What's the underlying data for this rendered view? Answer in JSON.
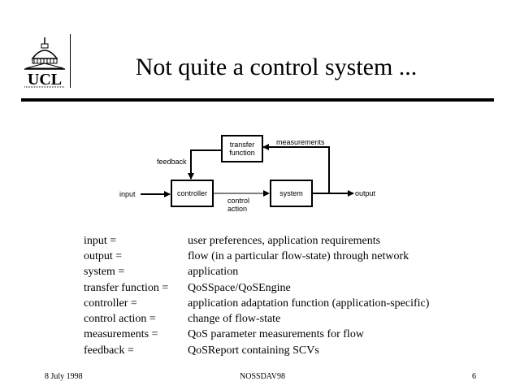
{
  "logo": {
    "text": "UCL"
  },
  "title": "Not quite a control system ...",
  "diagram": {
    "input": "input",
    "output": "output",
    "controller": "controller",
    "system": "system",
    "transfer_line1": "transfer",
    "transfer_line2": "function",
    "feedback": "feedback",
    "measurements": "measurements",
    "control_line1": "control",
    "control_line2": "action"
  },
  "definitions": [
    {
      "term": "input =",
      "value": "user preferences, application requirements"
    },
    {
      "term": "output =",
      "value": "flow (in a particular flow-state) through network"
    },
    {
      "term": "system =",
      "value": "application"
    },
    {
      "term": "transfer function =",
      "value": "QoSSpace/QoSEngine"
    },
    {
      "term": "controller =",
      "value": "application adaptation function (application-specific)"
    },
    {
      "term": "control action =",
      "value": "change of flow-state"
    },
    {
      "term": "measurements =",
      "value": "QoS parameter measurements for flow"
    },
    {
      "term": "feedback =",
      "value": "QoSReport containing SCVs"
    }
  ],
  "footer": {
    "date": "8 July 1998",
    "event": "NOSSDAV98",
    "page": "6"
  }
}
